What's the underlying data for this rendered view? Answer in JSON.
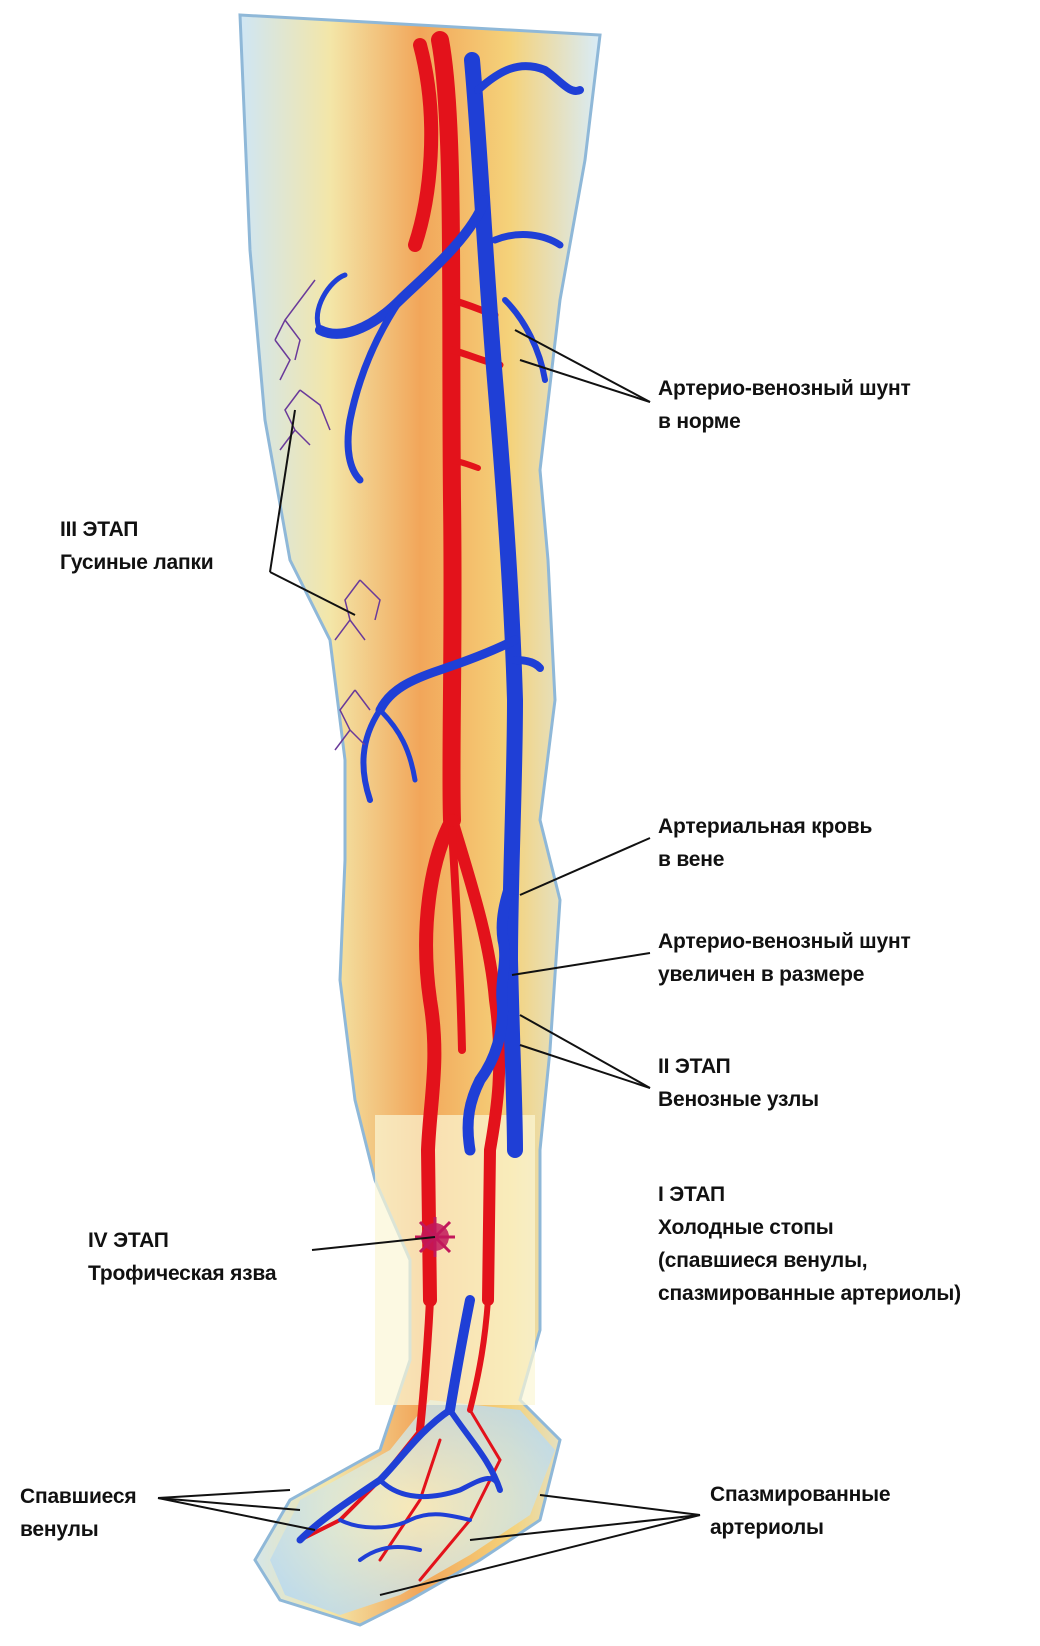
{
  "colors": {
    "artery": "#e3121b",
    "vein": "#1f3fd6",
    "skin_glow": "#f4a54a",
    "outline": "#8fb8d8",
    "capillary": "#6a3a9a",
    "ulcer": "#c2185b"
  },
  "labels": {
    "av_shunt_normal": [
      "Артерио-венозный шунт",
      "в норме"
    ],
    "stage3": [
      "III ЭТАП",
      "Гусиные лапки"
    ],
    "arterial_blood_in_vein": [
      "Артериальная кровь",
      "в вене"
    ],
    "av_shunt_enlarged": [
      "Артерио-венозный шунт",
      "увеличен в размере"
    ],
    "stage2": [
      "II ЭТАП",
      "Венозные узлы"
    ],
    "stage1": [
      "I ЭТАП",
      "Холодные стопы",
      "(спавшиеся венулы,",
      "спазмированные артериолы)"
    ],
    "stage4": [
      "IV ЭТАП",
      "Трофическая язва"
    ],
    "collapsed_venules": [
      "Спавшиеся",
      "венулы"
    ],
    "spasmed_arterioles": [
      "Спазмированные",
      "артериолы"
    ]
  }
}
